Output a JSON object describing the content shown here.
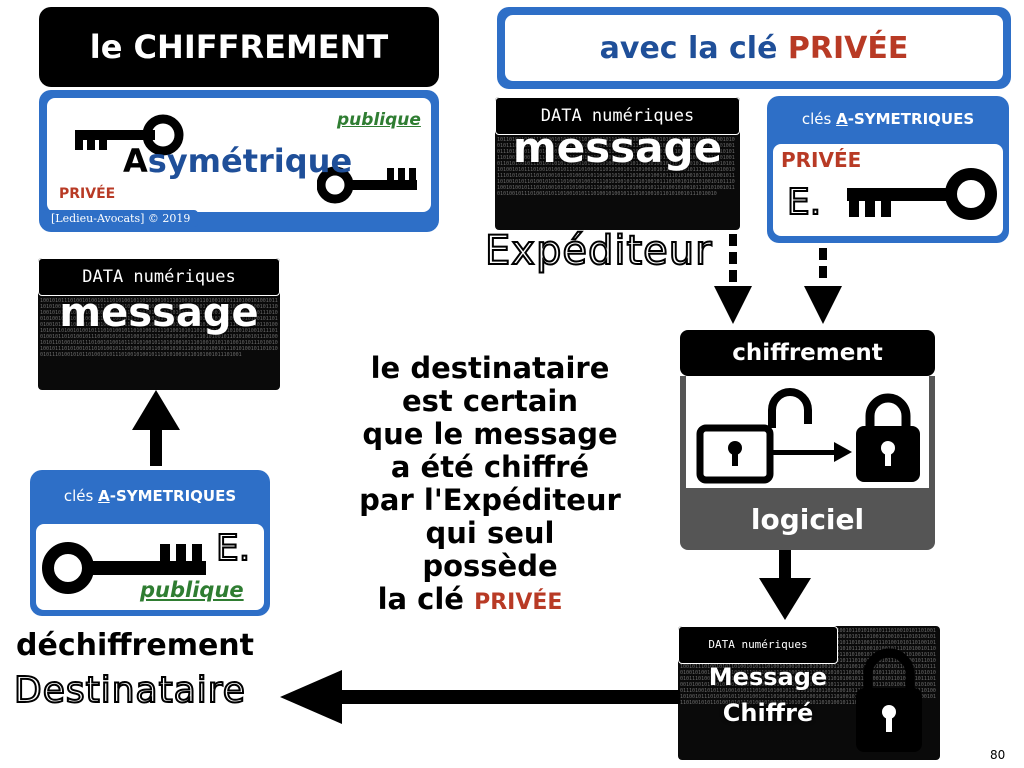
{
  "top_left": {
    "title": "le CHIFFREMENT",
    "card_label_public": "publique",
    "card_first_letter": "A",
    "card_word_rest": "symétrique",
    "card_label_private": "PRIVÉE",
    "copyright": "[Ledieu-Avocats] © 2019"
  },
  "top_right": {
    "title_prefix": "avec la clé",
    "title_highlight": "PRIVÉE"
  },
  "data_box_top": {
    "header": "DATA numériques",
    "word": "message",
    "sender": "Expéditeur"
  },
  "keys_box_top": {
    "header_prefix": "clés",
    "header_a": "A",
    "header_rest": "-SYMETRIQUES",
    "private_label": "PRIVÉE",
    "owner": "E."
  },
  "process": {
    "encrypt_label": "chiffrement",
    "software_label": "logiciel"
  },
  "data_box_left": {
    "header": "DATA numériques",
    "word": "message"
  },
  "keys_box_left": {
    "header_prefix": "clés",
    "header_a": "A",
    "header_rest": "-SYMETRIQUES",
    "owner": "E.",
    "public_label": "publique"
  },
  "center_text": {
    "lines": [
      "le destinataire",
      "est certain",
      "que le message",
      "a été chiffré",
      "par l'Expéditeur",
      "qui seul",
      "possède"
    ],
    "last_prefix": "la clé",
    "last_highlight": "PRIVÉE"
  },
  "bottom_left": {
    "decrypt_label": "déchiffrement",
    "recipient": "Destinataire"
  },
  "encrypted_box": {
    "header": "DATA numériques",
    "line1": "Message",
    "line2": "Chiffré"
  },
  "page_number": "80",
  "colors": {
    "accent_blue": "#2e6fc7",
    "private_red": "#b83a25",
    "public_green": "#2f7d32"
  }
}
